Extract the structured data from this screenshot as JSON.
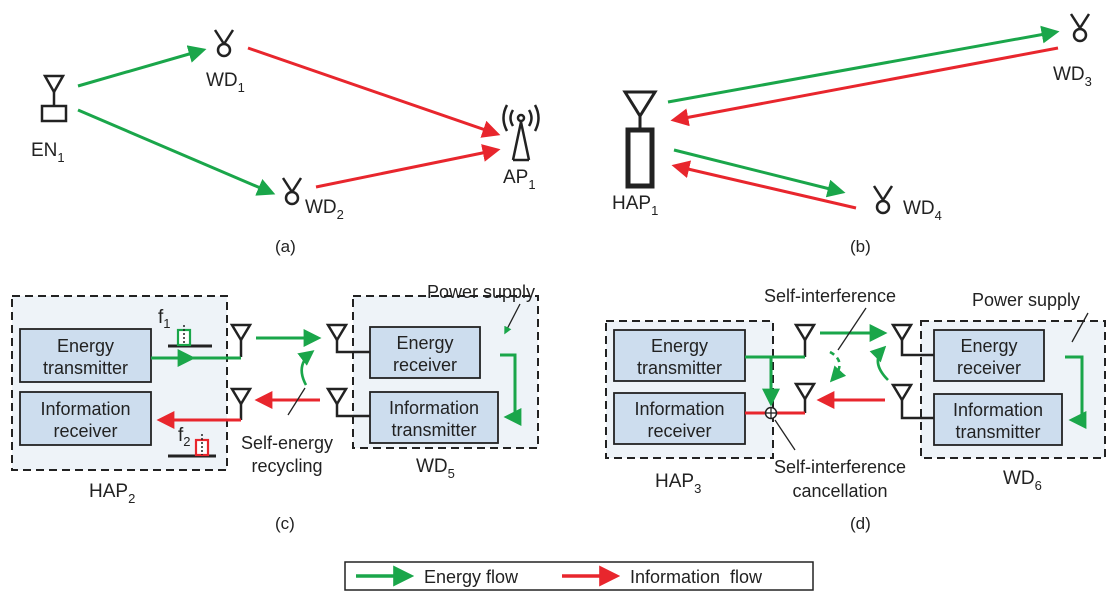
{
  "colors": {
    "energy": "#1aa64a",
    "information": "#e8262d",
    "box_fill": "#cdddee",
    "panel_fill": "#eef3f8",
    "ink": "#222222"
  },
  "panel_a": {
    "caption": "(a)",
    "en": {
      "base": "EN",
      "sub": "1"
    },
    "wd_top": {
      "base": "WD",
      "sub": "1"
    },
    "wd_bottom": {
      "base": "WD",
      "sub": "2"
    },
    "ap": {
      "base": "AP",
      "sub": "1"
    }
  },
  "panel_b": {
    "caption": "(b)",
    "hap": {
      "base": "HAP",
      "sub": "1"
    },
    "wd_far": {
      "base": "WD",
      "sub": "3"
    },
    "wd_near": {
      "base": "WD",
      "sub": "4"
    }
  },
  "panel_c": {
    "caption": "(c)",
    "hap": {
      "base": "HAP",
      "sub": "2"
    },
    "wd": {
      "base": "WD",
      "sub": "5"
    },
    "energy_transmitter": [
      "Energy",
      "transmitter"
    ],
    "information_receiver": [
      "Information",
      "receiver"
    ],
    "energy_receiver": [
      "Energy",
      "receiver"
    ],
    "information_transmitter": [
      "Information",
      "transmitter"
    ],
    "power_supply": "Power supply",
    "self_energy_recycling": [
      "Self-energy",
      "recycling"
    ],
    "f1": {
      "base": "f",
      "sub": "1"
    },
    "f2": {
      "base": "f",
      "sub": "2"
    }
  },
  "panel_d": {
    "caption": "(d)",
    "hap": {
      "base": "HAP",
      "sub": "3"
    },
    "wd": {
      "base": "WD",
      "sub": "6"
    },
    "energy_transmitter": [
      "Energy",
      "transmitter"
    ],
    "information_receiver": [
      "Information",
      "receiver"
    ],
    "energy_receiver": [
      "Energy",
      "receiver"
    ],
    "information_transmitter": [
      "Information",
      "transmitter"
    ],
    "power_supply": "Power supply",
    "self_interference": "Self-interference",
    "self_interference_cancellation": [
      "Self-interference",
      "cancellation"
    ]
  },
  "legend": {
    "energy_flow": "Energy flow",
    "information_flow": "Information  flow"
  }
}
